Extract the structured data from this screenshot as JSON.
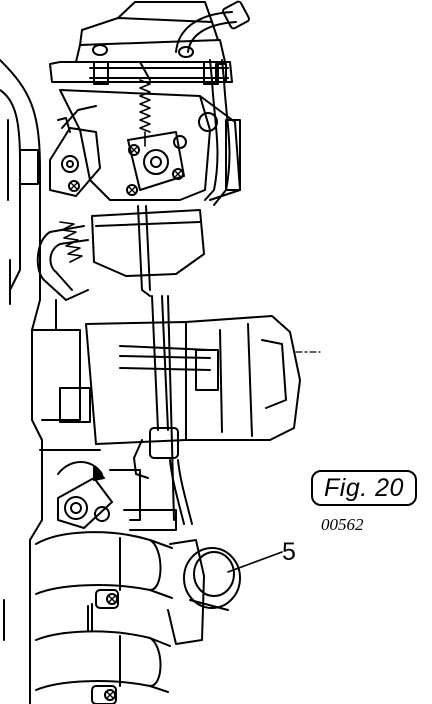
{
  "figure": {
    "label": "Fig. 20",
    "code": "00562"
  },
  "callouts": [
    {
      "text": "5"
    }
  ]
}
